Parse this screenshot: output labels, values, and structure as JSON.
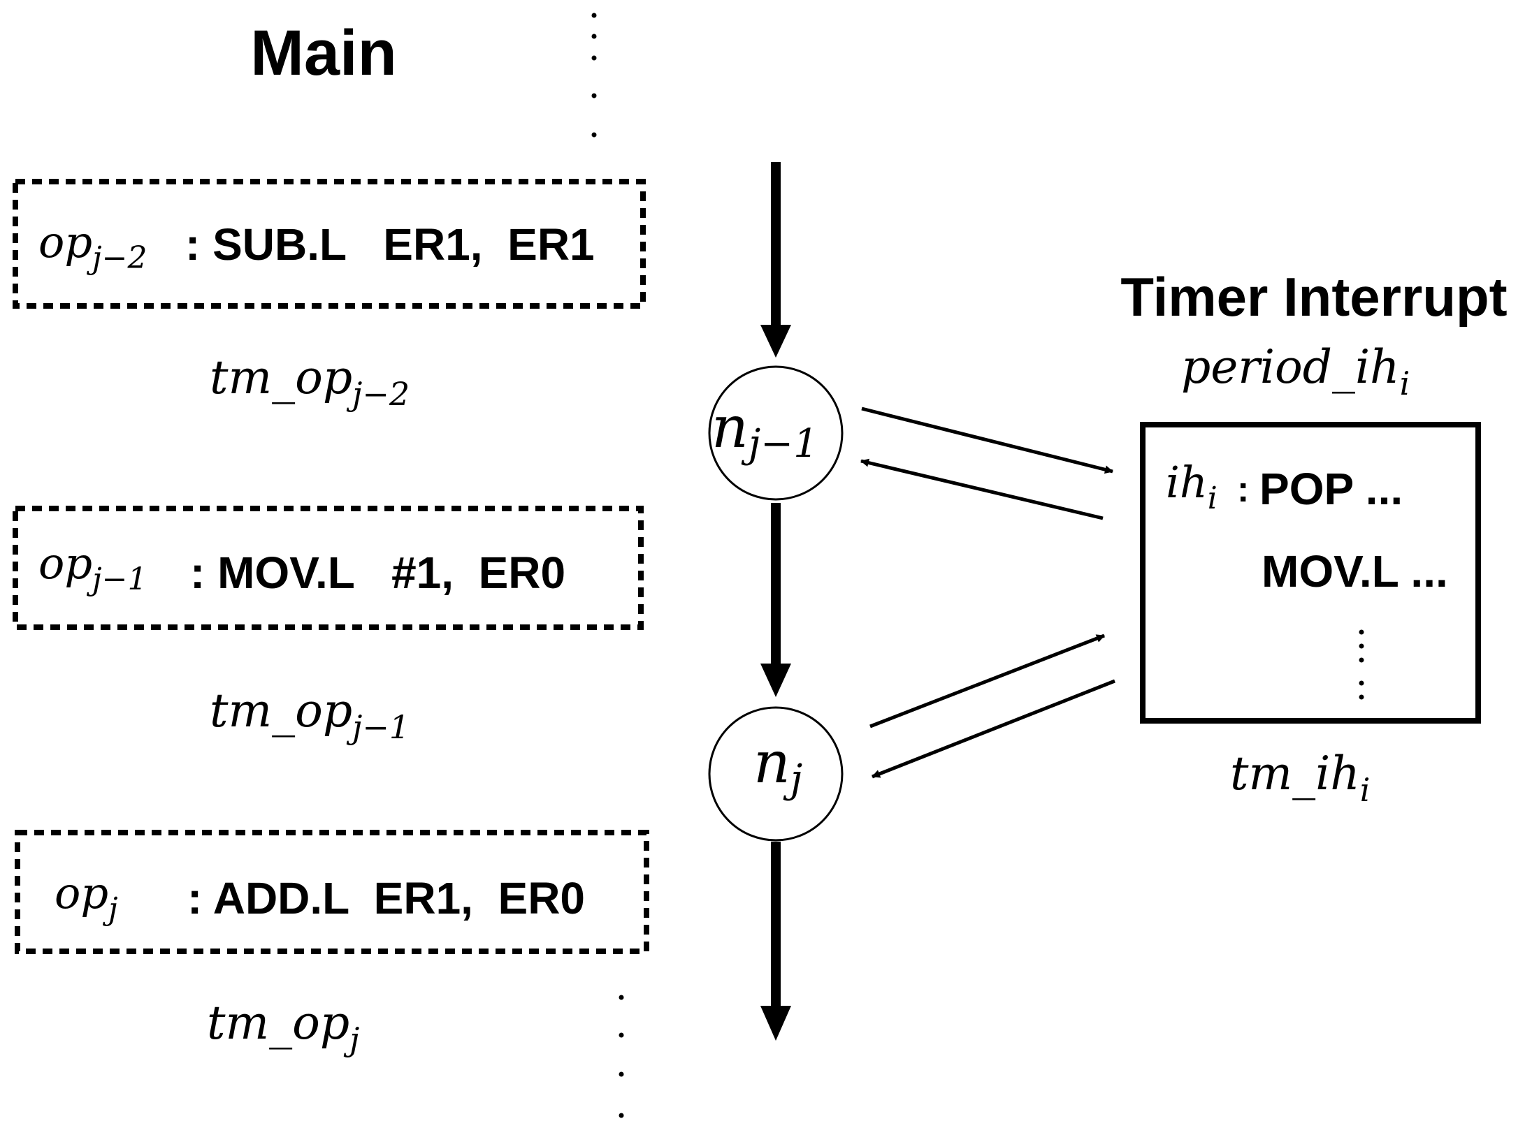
{
  "main": {
    "title": "Main",
    "ops": [
      {
        "label": "op",
        "sub": "j−2",
        "instr": ": SUB.L   ER1,  ER1",
        "timing_main": "tm_op",
        "timing_sub": "j−2"
      },
      {
        "label": "op",
        "sub": "j−1",
        "instr": ": MOV.L   #1,  ER0",
        "timing_main": "tm_op",
        "timing_sub": "j−1"
      },
      {
        "label": "op",
        "sub": "j",
        "instr": ": ADD.L  ER1,  ER0",
        "timing_main": "tm_op",
        "timing_sub": "j"
      }
    ]
  },
  "nodes": [
    {
      "main": "n",
      "sub": "j−1"
    },
    {
      "main": "n",
      "sub": "j"
    }
  ],
  "interrupt": {
    "title": "Timer Interrupt",
    "period_main": "period_ih",
    "period_sub": "i",
    "handler_main": "ih",
    "handler_sub": "i",
    "line1": "POP ...",
    "line2": "MOV.L ...",
    "timing_main": "tm_ih",
    "timing_sub": "i"
  }
}
